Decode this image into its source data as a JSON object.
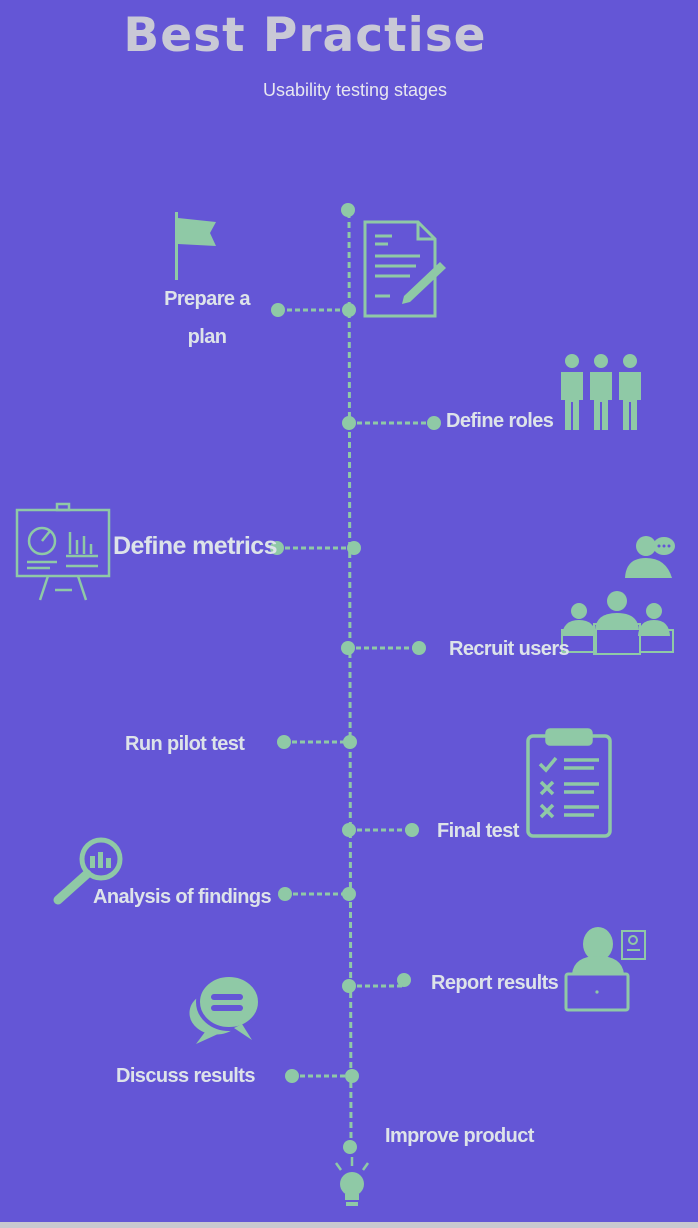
{
  "header": {
    "title": "Best Practise",
    "subtitle": "Usability testing stages"
  },
  "colors": {
    "background": "#6456d6",
    "accent": "#8fc9a6",
    "label": "#dde3e9",
    "title": "#c9c9d6"
  },
  "stages": [
    {
      "label_line1": "Prepare a",
      "label_line2": "plan",
      "side": "left",
      "icon": "flag-icon"
    },
    {
      "label": "Define roles",
      "side": "right",
      "icon": "team-icon"
    },
    {
      "label": "Define metrics",
      "side": "left",
      "icon": "presentation-board-icon"
    },
    {
      "label": "Recruit users",
      "side": "right",
      "icon": "users-at-laptops-icon"
    },
    {
      "label": "Run pilot test",
      "side": "left",
      "icon": ""
    },
    {
      "label": "Final test",
      "side": "right",
      "icon": "checklist-clipboard-icon"
    },
    {
      "label": "Analysis of findings",
      "side": "left",
      "icon": "magnifier-chart-icon"
    },
    {
      "label": "Report results",
      "side": "right",
      "icon": "presenter-laptop-icon"
    },
    {
      "label": "Discuss results",
      "side": "left",
      "icon": "chat-bubbles-icon"
    },
    {
      "label": "Improve product",
      "side": "right",
      "icon": "light-bulb-icon"
    }
  ]
}
